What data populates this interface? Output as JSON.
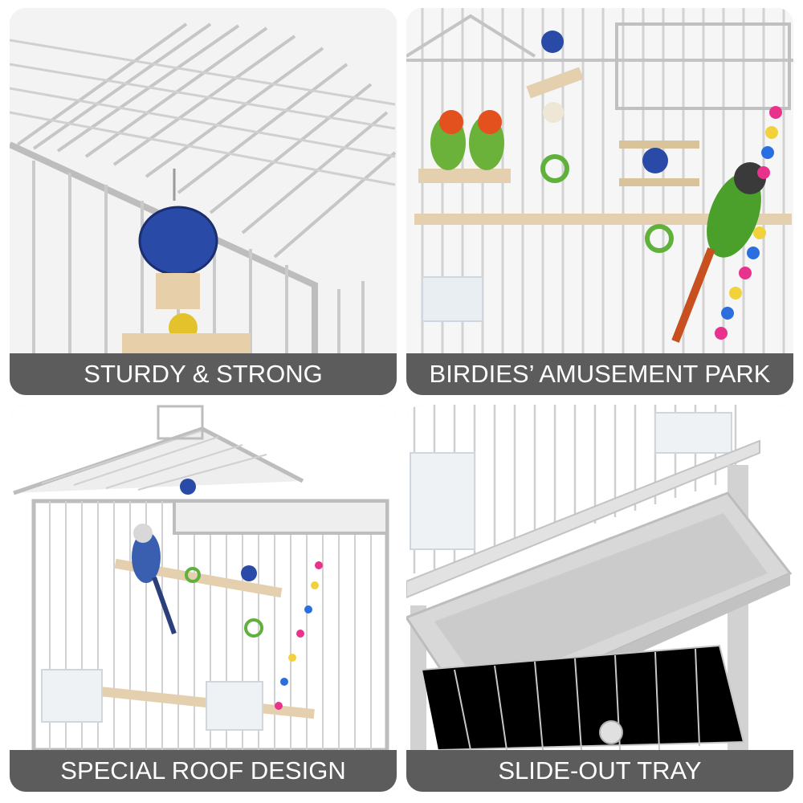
{
  "colors": {
    "caption_bar": "#5c5c5c",
    "caption_text": "#ffffff",
    "cage_wire": "#c9c9c9",
    "panel_bg": "#f6f6f6"
  },
  "panels": [
    {
      "caption": "STURDY & STRONG",
      "photo": "cage-door-closeup-photo"
    },
    {
      "caption": "BIRDIES’ AMUSEMENT PARK",
      "photo": "birds-with-toys-photo"
    },
    {
      "caption": "SPECIAL ROOF DESIGN",
      "photo": "cage-roof-photo"
    },
    {
      "caption": "SLIDE-OUT TRAY",
      "photo": "slide-out-tray-photo"
    }
  ]
}
